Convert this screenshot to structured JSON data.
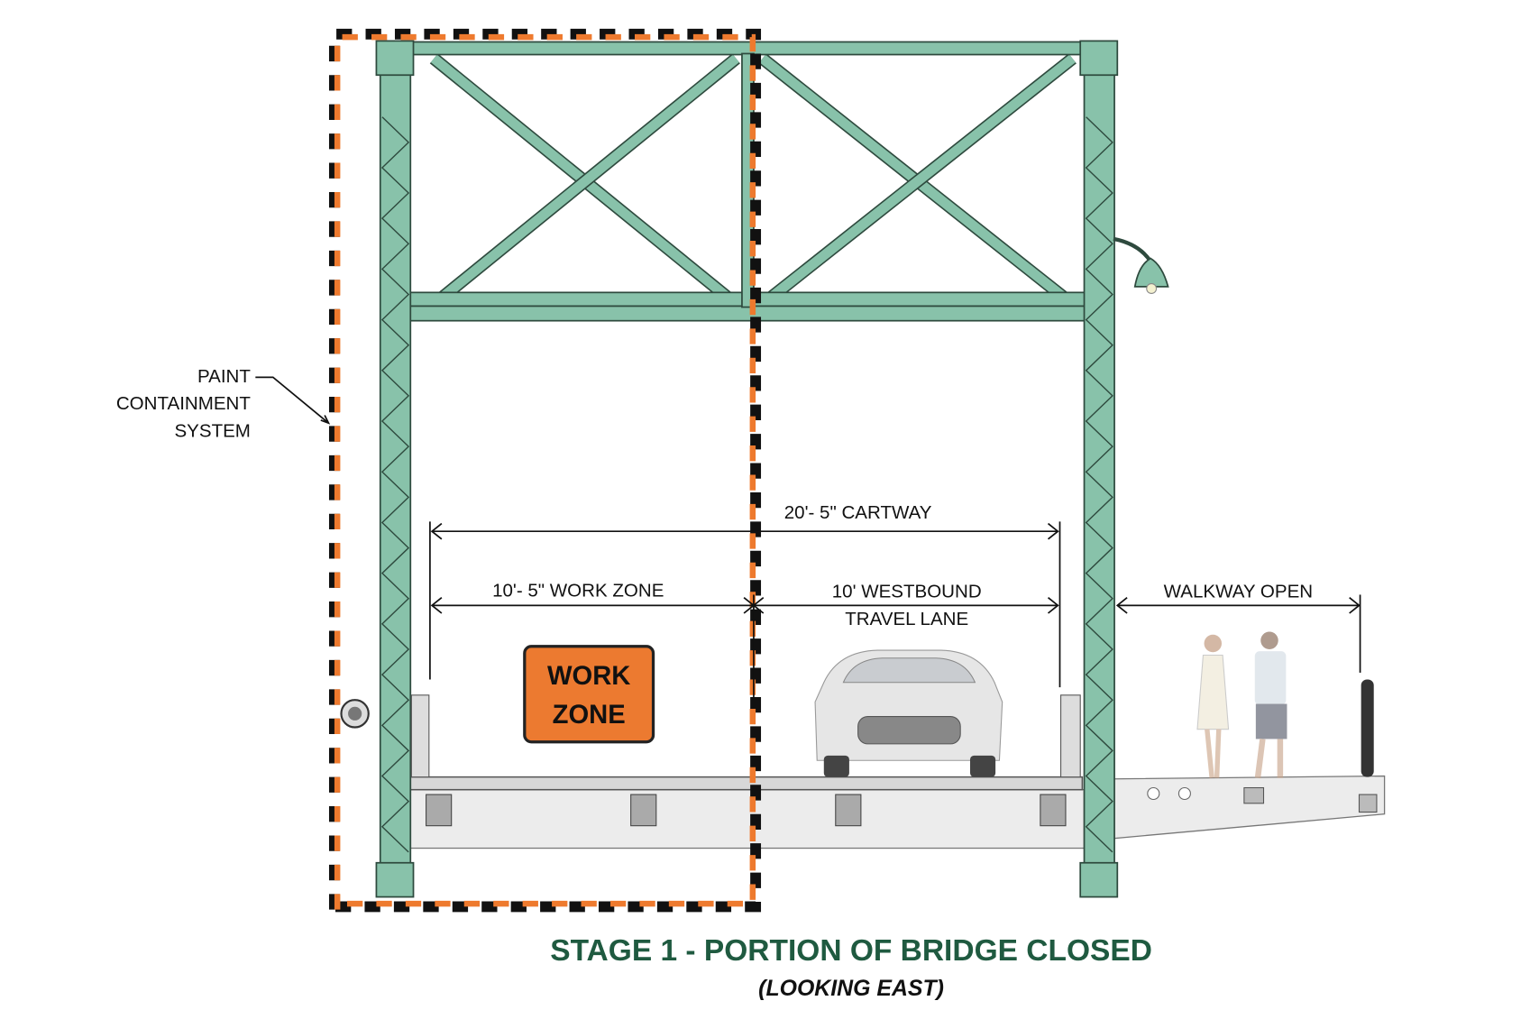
{
  "labels": {
    "paint_containment": [
      "PAINT",
      "CONTAINMENT",
      "SYSTEM"
    ],
    "cartway": "20'- 5\" CARTWAY",
    "work_zone_dim": "10'- 5\" WORK ZONE",
    "westbound": [
      "10' WESTBOUND",
      "TRAVEL LANE"
    ],
    "walkway": "WALKWAY OPEN"
  },
  "sign": {
    "lines": [
      "WORK",
      "ZONE"
    ]
  },
  "title": "STAGE 1 - PORTION OF BRIDGE CLOSED",
  "subtitle": "(LOOKING EAST)",
  "colors": {
    "steel": "#88c2aa",
    "steel_outline": "#2e4a3e",
    "containment_orange": "#ee7a2e",
    "sign_orange": "#ec7a30",
    "title_green": "#1f5a40"
  }
}
